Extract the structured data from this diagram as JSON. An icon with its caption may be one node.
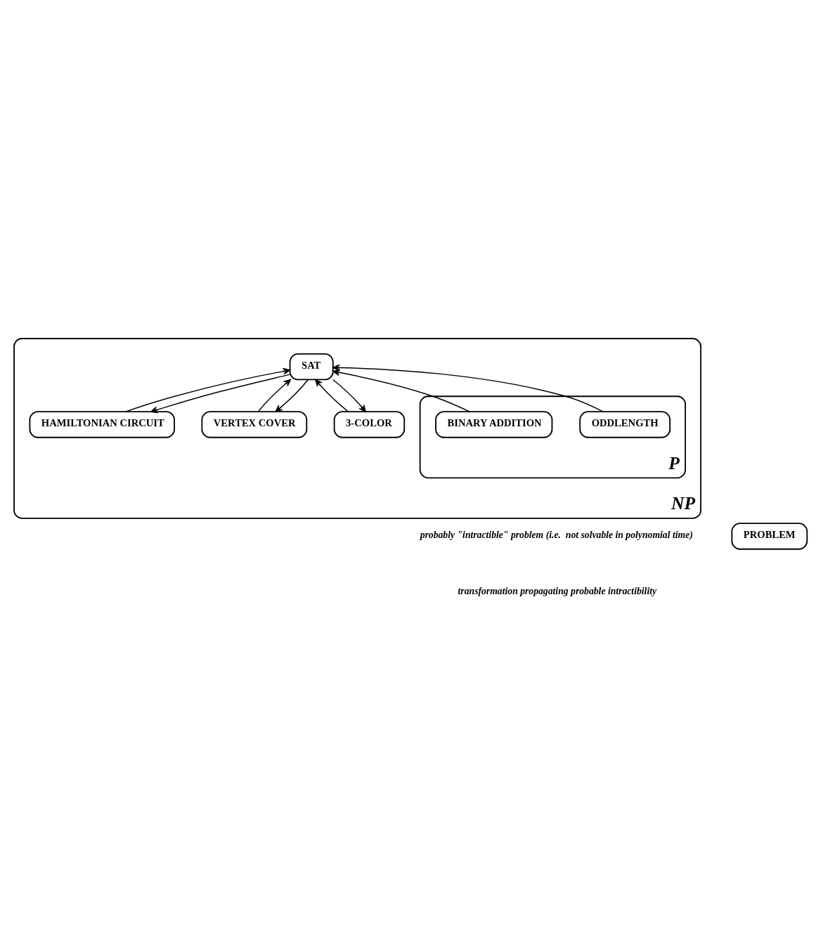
{
  "diagram": {
    "nodes": [
      {
        "text": [
          "NP"
        ]
      },
      {
        "text": [
          "3-COLOR"
        ],
        "in": 0
      },
      {
        "text": [
          "VERTEX COVER"
        ],
        "in": 0
      },
      {
        "text": [
          "HAMILTONIAN CIRCUIT"
        ],
        "in": 0
      },
      {
        "text": [
          "SAT"
        ],
        "in": 0
      },
      {
        "text": [
          "P"
        ],
        "in": 0
      },
      {
        "text": [
          "ODDLENGTH"
        ],
        "in": 5
      },
      {
        "text": [
          "BINARY ADDITION"
        ],
        "in": 5
      },
      {
        "text": [
          "PROBLEM"
        ]
      }
    ],
    "edges": [
      {
        "from": 4,
        "to": 1,
        "arrow": "to"
      },
      {
        "from": 1,
        "to": 4,
        "arrow": "to"
      },
      {
        "from": 4,
        "to": 2,
        "arrow": "to"
      },
      {
        "from": 2,
        "to": 4,
        "arrow": "to"
      },
      {
        "from": 3,
        "to": 4,
        "arrow": "to"
      },
      {
        "from": 4,
        "to": 3,
        "arrow": "to"
      },
      {
        "from": 6,
        "to": 4,
        "arrow": "to"
      },
      {
        "from": 7,
        "to": 4,
        "arrow": "to"
      }
    ],
    "legend": [
      {
        "text": "probably \"intractible\" problem (i.e.  not solvable in polynomial time)"
      },
      {
        "text": "transformation propagating probable intractibility"
      }
    ]
  }
}
